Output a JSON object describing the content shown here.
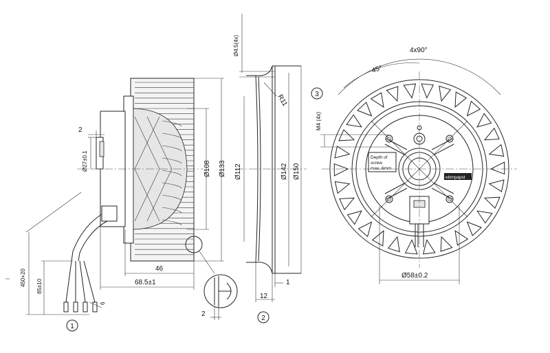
{
  "side_view": {
    "dims": {
      "d27": "Ø27±0.1",
      "d108": "Ø108",
      "d133": "Ø133",
      "w2": "2",
      "w46": "46",
      "w685": "68.5±1",
      "cable_len": "450+20",
      "lead_len": "85±10",
      "strip": "6"
    },
    "callout": "1"
  },
  "section_view": {
    "dims": {
      "hole": "Ø4.5(4x)",
      "radius": "R11",
      "d112": "Ø112",
      "d142": "Ø142",
      "d150": "Ø150",
      "t1": "1",
      "t12": "12"
    },
    "detail_dim": "2",
    "callout": "2"
  },
  "front_view": {
    "dims": {
      "angle4x90": "4x90°",
      "angle45": "45°",
      "thread": "M4 (4x)",
      "d58": "Ø58±0.2"
    },
    "callout": "3",
    "note": [
      "Depth of",
      "screw",
      "max. 6mm"
    ],
    "brand": "ebmpapst"
  },
  "colors": {
    "line": "#222222",
    "fill": "#e6e6e6"
  }
}
